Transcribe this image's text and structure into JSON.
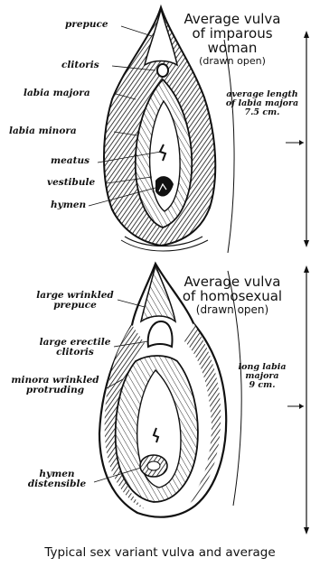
{
  "top_figure": {
    "title_line1": "Average vulva",
    "title_line2": "of imparous",
    "title_line3": "woman",
    "subtitle": "(drawn open)",
    "measurement_line1": "average length",
    "measurement_line2": "of labia majora",
    "measurement_line3": "7.5 cm.",
    "labels": [
      "prepuce",
      "clitoris",
      "labia majora",
      "labia minora",
      "meatus",
      "vestibule",
      "hymen"
    ]
  },
  "bottom_figure": {
    "title_line1": "Average vulva",
    "title_line2": "of homosexual",
    "subtitle": "(drawn open)",
    "measurement_line1": "long labia",
    "measurement_line2": "majora",
    "measurement_line3": "9 cm.",
    "labels": [
      {
        "line1": "large wrinkled",
        "line2": "prepuce"
      },
      {
        "line1": "large erectile",
        "line2": "clitoris"
      },
      {
        "line1": "minora wrinkled",
        "line2": "protruding"
      },
      {
        "line1": "hymen",
        "line2": "distensible"
      }
    ]
  },
  "caption": "Typical sex variant vulva and average",
  "colors": {
    "ink": "#111111",
    "paper": "#ffffff",
    "shade": "#3a3a3a"
  }
}
